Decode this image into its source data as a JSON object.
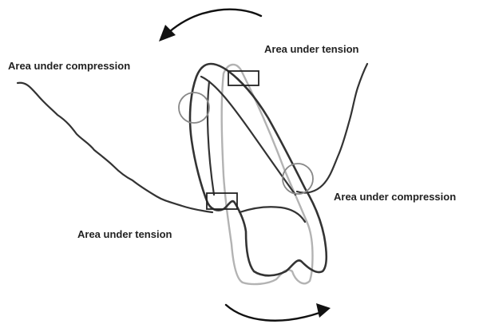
{
  "labels": {
    "compression_top": "Area under compression",
    "tension_top": "Area under tension",
    "compression_right": "Area under compression",
    "tension_bottom": "Area under tension"
  },
  "colors": {
    "original_tooth_outline": "#b3b3b3",
    "tipped_tooth_outline": "#333333",
    "bone_contour": "#333333",
    "compression_marker": "#888888",
    "tension_marker": "#222222",
    "arrow": "#111111"
  },
  "icons": {
    "top_arrow": "counterclockwise-arrow",
    "bottom_arrow": "clockwise-arrow"
  }
}
